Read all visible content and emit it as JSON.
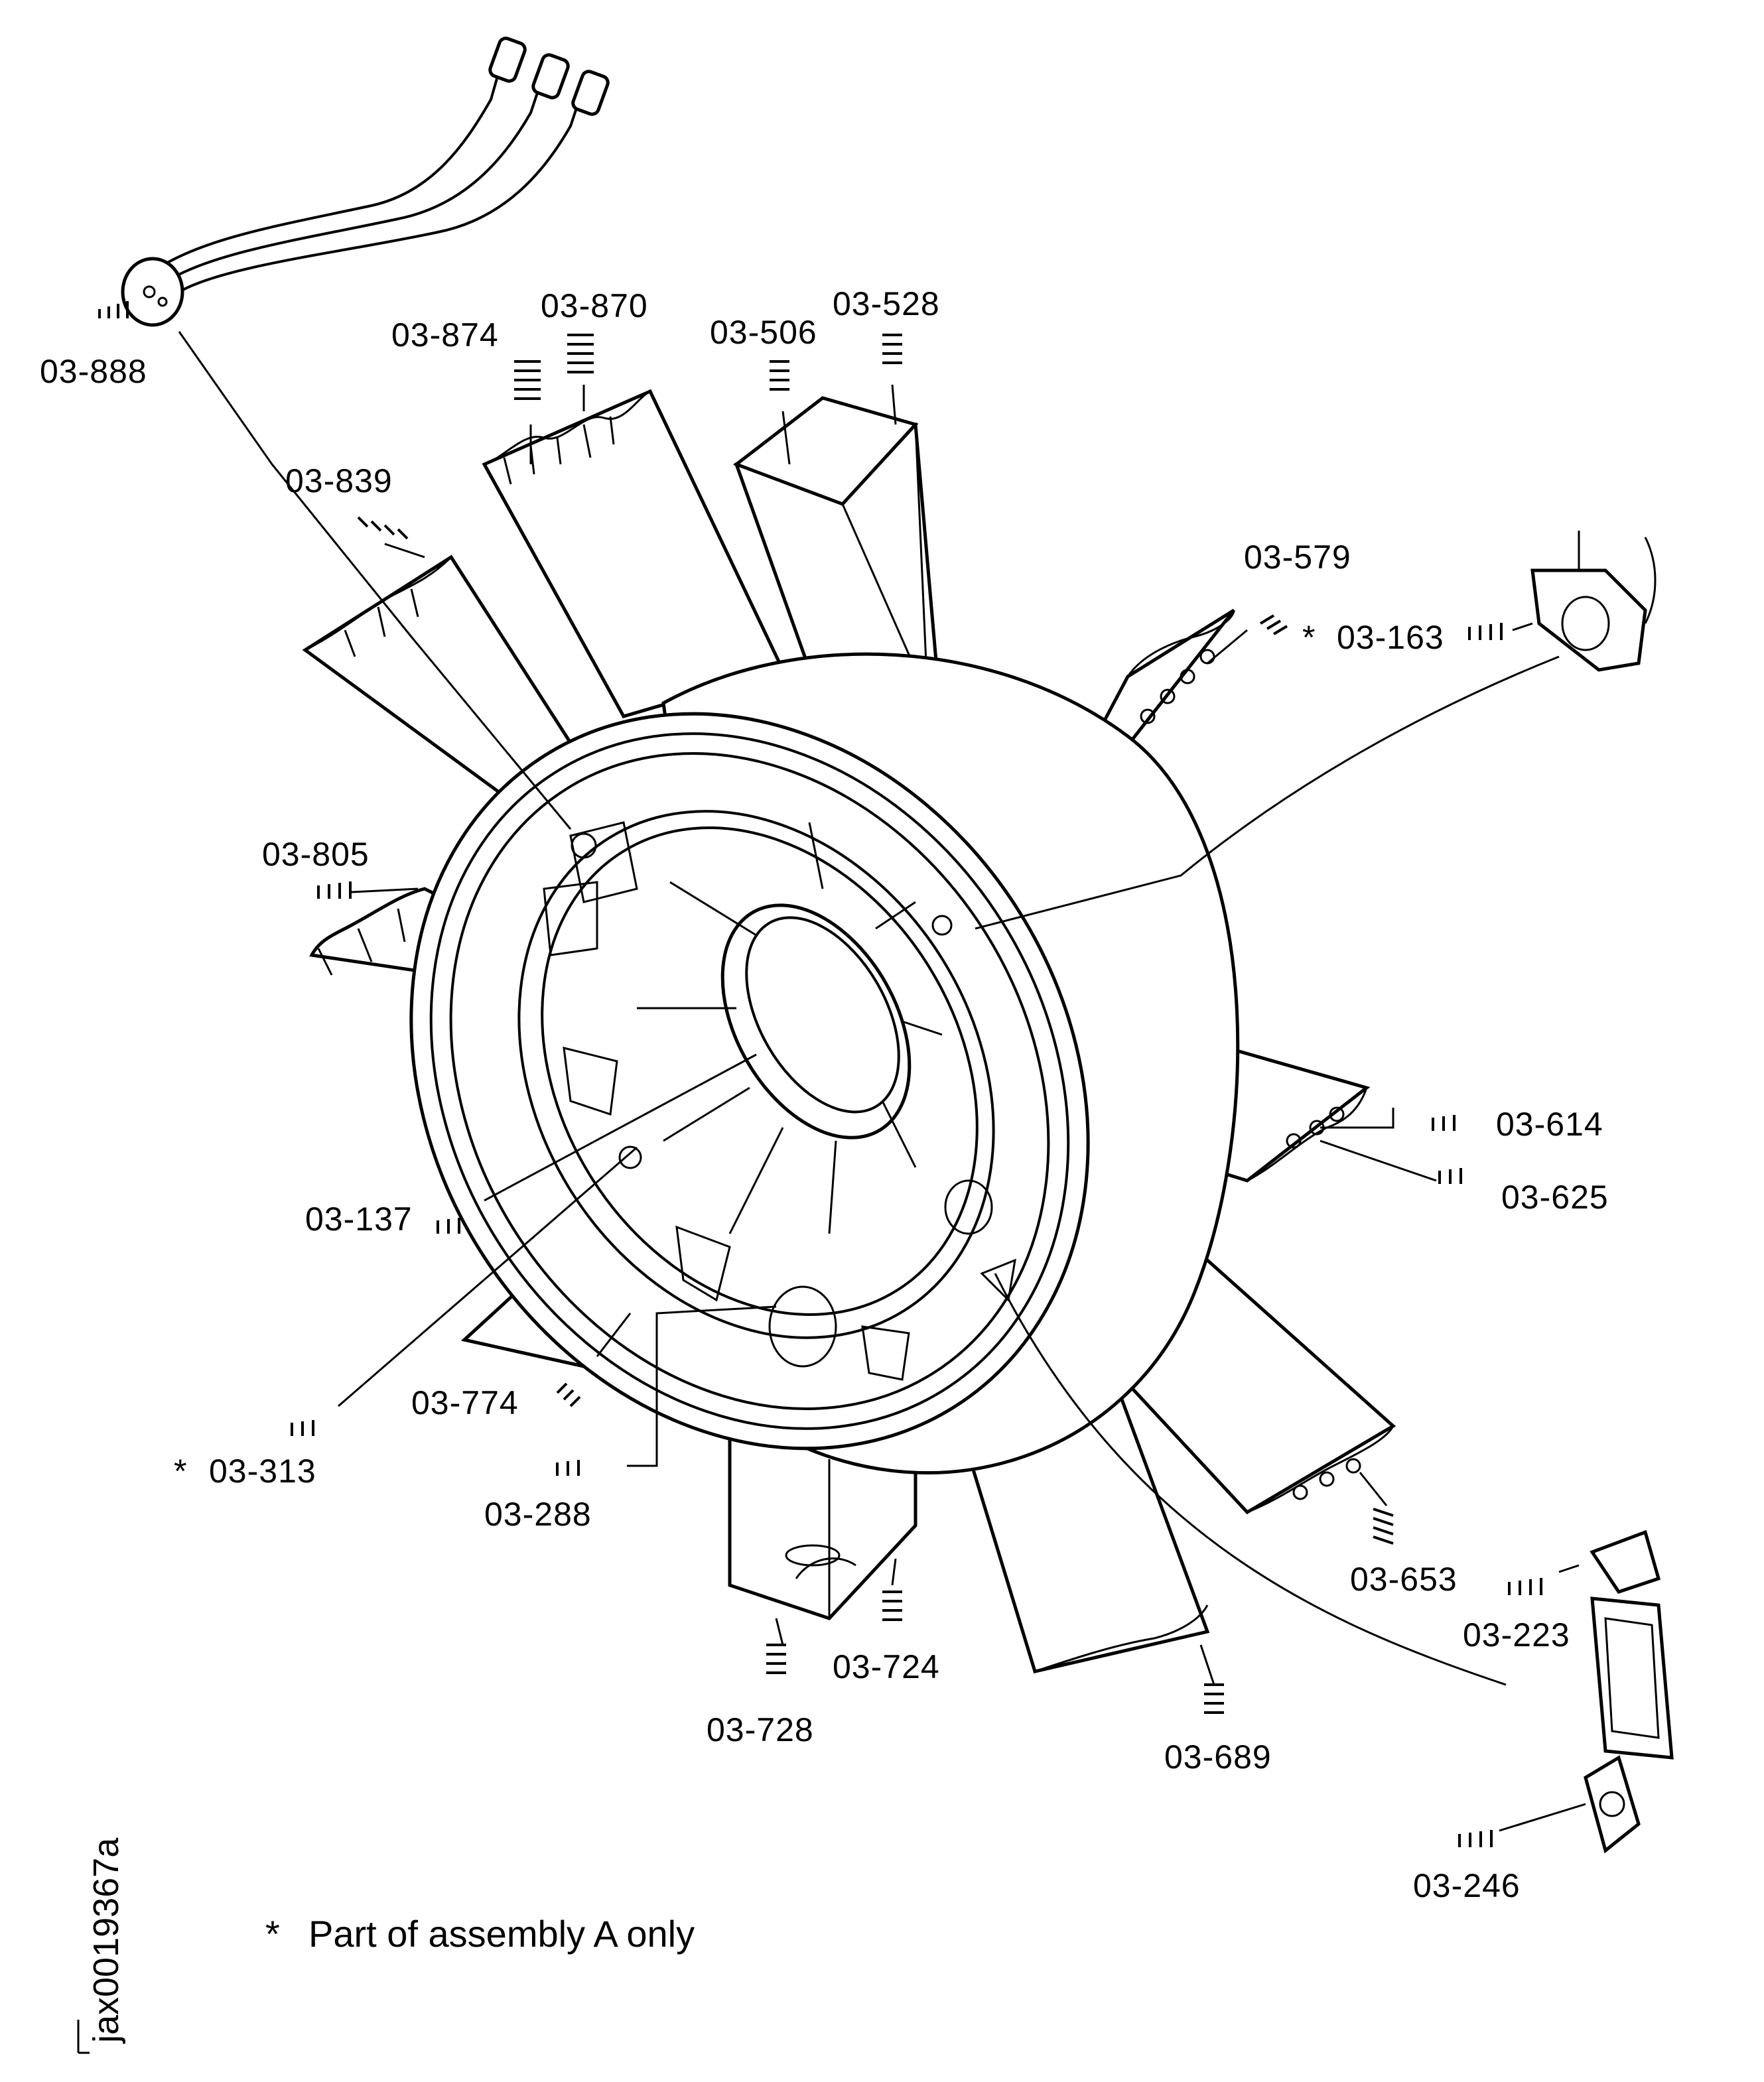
{
  "labels": {
    "l888": "03-888",
    "l874": "03-874",
    "l870": "03-870",
    "l506": "03-506",
    "l528": "03-528",
    "l839": "03-839",
    "l579": "03-579",
    "l163": "03-163",
    "l805": "03-805",
    "l614": "03-614",
    "l625": "03-625",
    "l137": "03-137",
    "l774": "03-774",
    "l313": "03-313",
    "l288": "03-288",
    "l653": "03-653",
    "l223": "03-223",
    "l724": "03-724",
    "l728": "03-728",
    "l689": "03-689",
    "l246": "03-246"
  },
  "asterisk": "*",
  "note": {
    "marker": "*",
    "text": "Part  of  assembly  A  only"
  },
  "figure_id": "jax0019367a"
}
